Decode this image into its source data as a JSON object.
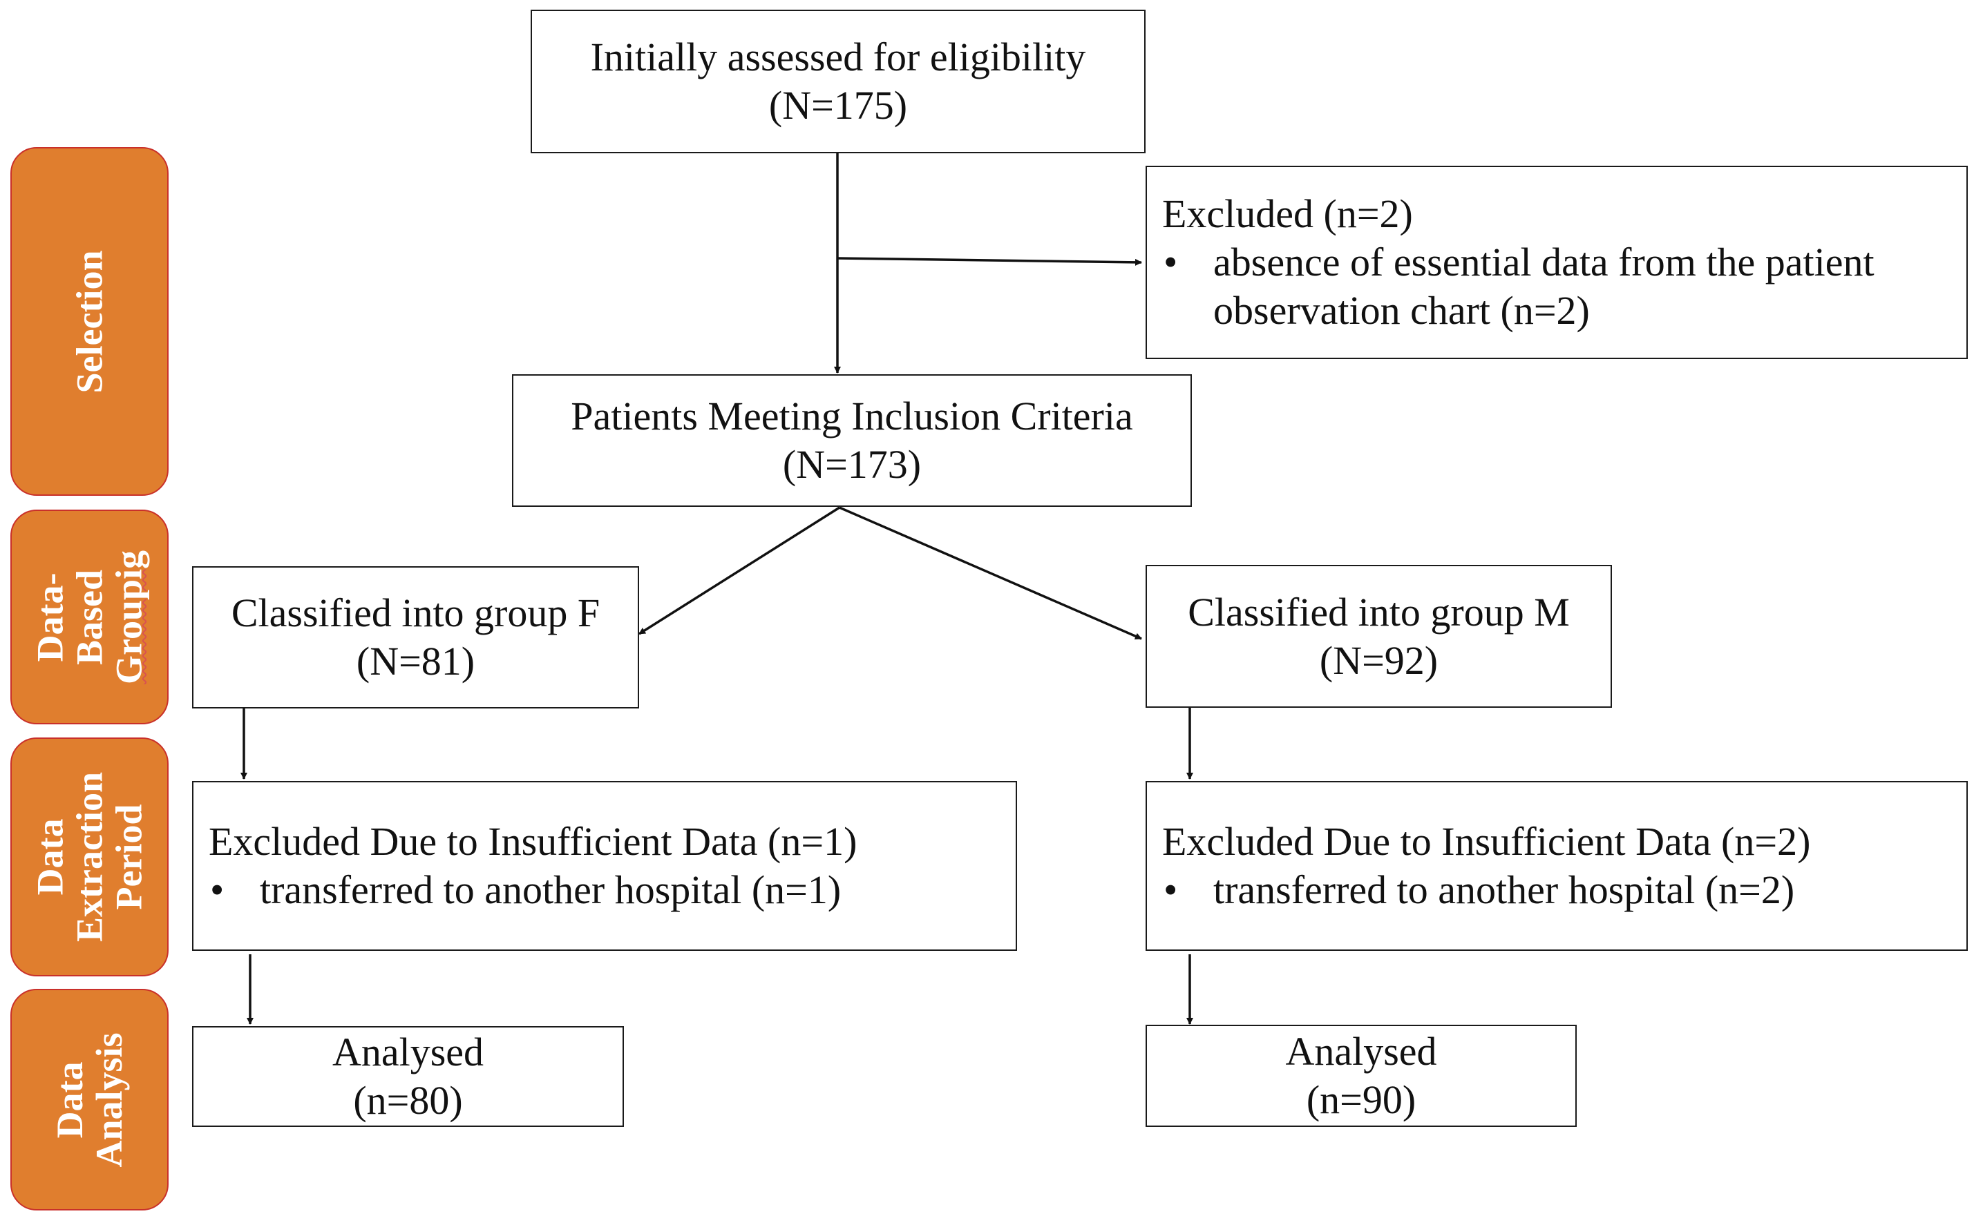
{
  "stages": {
    "selection": {
      "lines": [
        "Selection"
      ]
    },
    "grouping": {
      "lines": [
        "Data-",
        "Based",
        "Groupig"
      ]
    },
    "extraction": {
      "lines": [
        "Data",
        "Extraction",
        "Period"
      ]
    },
    "analysis": {
      "lines": [
        "Data",
        "Analysis"
      ]
    }
  },
  "boxes": {
    "assessed": {
      "title": "Initially assessed for eligibility",
      "count": "(N=175)"
    },
    "excluded_top": {
      "title": "Excluded (n=2)",
      "bullet_line1": "absence of essential data from the patient",
      "bullet_line2": "observation chart (n=2)"
    },
    "inclusion": {
      "title": "Patients Meeting Inclusion Criteria",
      "count": "(N=173)"
    },
    "group_f": {
      "title": "Classified into group F",
      "count": "(N=81)"
    },
    "group_m": {
      "title": "Classified into group M",
      "count": "(N=92)"
    },
    "excluded_f": {
      "title": "Excluded Due to Insufficient Data (n=1)",
      "bullet": "transferred to another hospital (n=1)"
    },
    "excluded_m": {
      "title": "Excluded Due to Insufficient Data (n=2)",
      "bullet": "transferred to another hospital (n=2)"
    },
    "analysed_f": {
      "title": "Analysed",
      "count": "(n=80)"
    },
    "analysed_m": {
      "title": "Analysed",
      "count": "(n=90)"
    }
  },
  "bullet_symbol": "•",
  "colors": {
    "stage_fill": "#e07e2e",
    "stage_border": "#c9302a",
    "stage_text": "#ffffff",
    "box_border": "#1a1a1a",
    "arrow": "#111111"
  }
}
